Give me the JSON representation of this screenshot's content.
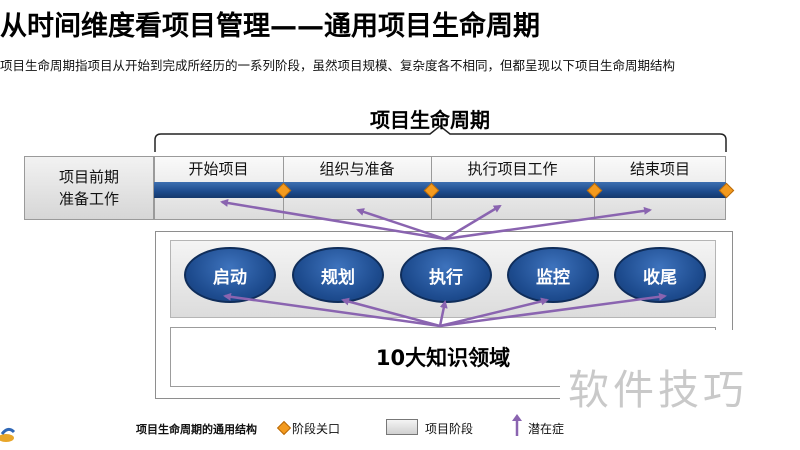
{
  "slide": {
    "title": "从时间维度看项目管理——通用项目生命周期",
    "subtitle": "项目生命周期指项目从开始到完成所经历的一系列阶段，虽然项目规模、复杂度各不相同，但都呈现以下项目生命周期结构"
  },
  "diagram": {
    "lifecycle_title": "项目生命周期",
    "prep_phase": {
      "line1": "项目前期",
      "line2": "准备工作"
    },
    "phases": [
      "开始项目",
      "组织与准备",
      "执行项目工作",
      "结束项目"
    ],
    "process_groups": [
      "启动",
      "规划",
      "执行",
      "监控",
      "收尾"
    ],
    "knowledge_areas": "10大知识领域",
    "colors": {
      "phase_bar": "#1c4a8c",
      "gate": "#f39a1e",
      "process_oval": "#1d4b8e",
      "arrow": "#8a64b0"
    }
  },
  "legend": {
    "title": "项目生命周期的通用结构",
    "gate_label": "阶段关口",
    "phase_label": "项目阶段",
    "arrow_label": "潜在症"
  },
  "watermark": "软件技巧"
}
